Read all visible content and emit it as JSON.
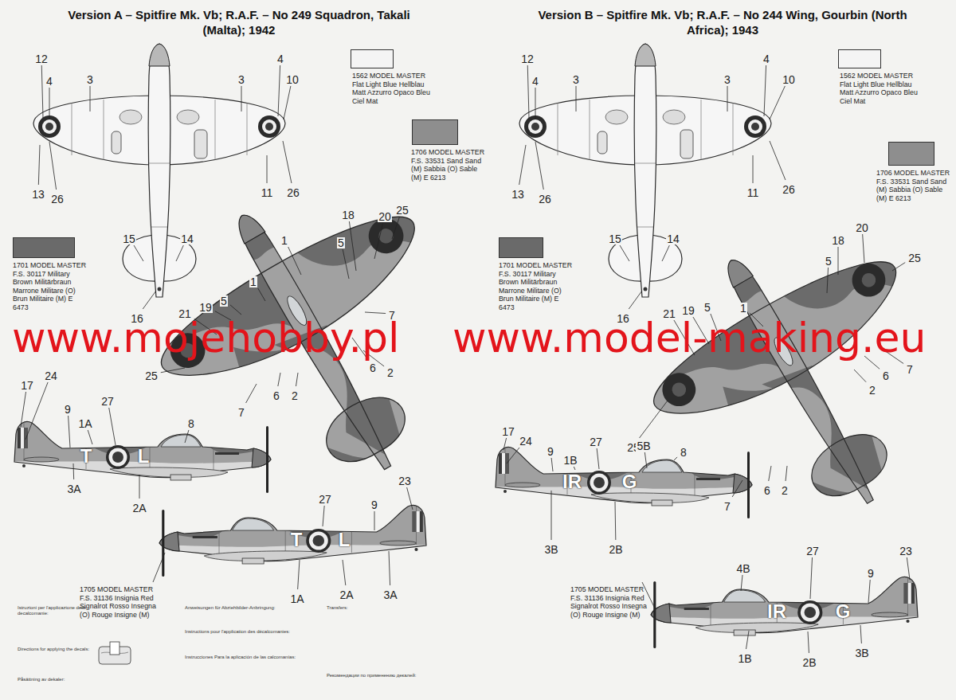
{
  "diagram": {
    "labels": [
      "Version A – Spitfire Mk. Vb; R.A.F. – No 249 Squadron, Takali (Malta); 1942",
      "Version B – Spitfire Mk. Vb; R.A.F. – No 244 Wing, Gourbin (North Africa); 1943",
      "www.mojehobby.pl",
      "www.model-making.eu",
      "1705 MODEL MASTER F.S. 31136 Insignia Red Signalrot Rosso Insegna (O) Rouge Insigne (M)",
      "1705 MODEL MASTER F.S. 31136 Insignia Red Signalrot Rosso Insegna (O) Rouge Insigne (M)",
      "12",
      "4",
      "3",
      "3",
      "4",
      "10",
      "13",
      "26",
      "11",
      "26",
      "15",
      "14",
      "16",
      "18",
      "20",
      "25",
      "5",
      "1",
      "1",
      "19",
      "21",
      "5",
      "25",
      "7",
      "6",
      "2",
      "6",
      "2",
      "7",
      "17",
      "24",
      "9",
      "27",
      "1A",
      "8",
      "3A",
      "2A",
      "T",
      "L",
      "27",
      "23",
      "9",
      "1A",
      "2A",
      "3A",
      "T",
      "L",
      "12",
      "4",
      "3",
      "3",
      "4",
      "10",
      "13",
      "26",
      "11",
      "26",
      "15",
      "14",
      "16",
      "18",
      "20",
      "25",
      "5",
      "1",
      "19",
      "21",
      "5",
      "25",
      "7",
      "6",
      "2",
      "6",
      "2",
      "7",
      "17",
      "24",
      "9",
      "1B",
      "27",
      "5B",
      "8",
      "3B",
      "2B",
      "IR",
      "G",
      "4B",
      "27",
      "23",
      "9",
      "1B",
      "2B",
      "3B",
      "IR",
      "G",
      "Istruzioni per l'applicazione delle decalcomanie:",
      "Directions for applying the decals:",
      "Påsättning av dekaler:",
      "Anweisungen für Abziehbilder-Anbringung:",
      "Instructions pour l'application des décalcomanies:",
      "Instrucciones Para la aplicación de las calcomanías:",
      "Transfers:",
      "Рекомендации по применению декалей:"
    ],
    "legend": [
      {
        "text": "1562 MODEL MASTER Flat Light Blue Hellblau Matt Azzurro Opaco Bleu Ciel Mat",
        "color": "#f4f4f4"
      },
      {
        "text": "1706 MODEL MASTER F.S. 33531 Sand Sand (M) Sabbia (O) Sable (M) E 6213",
        "color": "#8e8e8e"
      },
      {
        "text": "1701 MODEL MASTER F.S. 30117 Military Brown Militärbraun Marrone Militare (O) Brun Militaire (M) E 6473",
        "color": "#6a6a6a"
      },
      {
        "text": "1562 MODEL MASTER Flat Light Blue Hellblau Matt Azzurro Opaco Bleu Ciel Mat",
        "color": "#f4f4f4"
      },
      {
        "text": "1706 MODEL MASTER F.S. 33531 Sand Sand (M) Sabbia (O) Sable (M) E 6213",
        "color": "#8e8e8e"
      },
      {
        "text": "1701 MODEL MASTER F.S. 30117 Military Brown Militärbraun Marrone Militare (O) Brun Militaire (M) E 6473",
        "color": "#6a6a6a"
      }
    ]
  }
}
